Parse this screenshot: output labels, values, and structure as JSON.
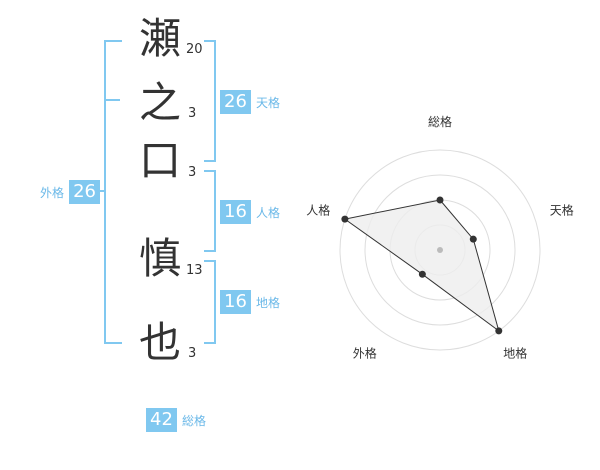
{
  "name": {
    "chars": [
      {
        "char": "瀬",
        "strokes": "20"
      },
      {
        "char": "之",
        "strokes": "3"
      },
      {
        "char": "口",
        "strokes": "3"
      },
      {
        "char": "慎",
        "strokes": "13"
      },
      {
        "char": "也",
        "strokes": "3"
      }
    ]
  },
  "fortunes": {
    "tenkaku": {
      "value": "26",
      "label": "天格"
    },
    "jinkaku": {
      "value": "16",
      "label": "人格"
    },
    "chikaku": {
      "value": "16",
      "label": "地格"
    },
    "gaikaku": {
      "value": "26",
      "label": "外格"
    },
    "soukaku": {
      "value": "42",
      "label": "総格"
    }
  },
  "colors": {
    "accent": "#80c8f0",
    "label": "#6ab8e8",
    "text": "#333333",
    "ring": "#dddddd"
  },
  "radar": {
    "axes": [
      "総格",
      "天格",
      "地格",
      "外格",
      "人格"
    ],
    "values": [
      0.5,
      0.35,
      1.0,
      0.3,
      1.0
    ],
    "max": 1.0,
    "rings": 4
  }
}
